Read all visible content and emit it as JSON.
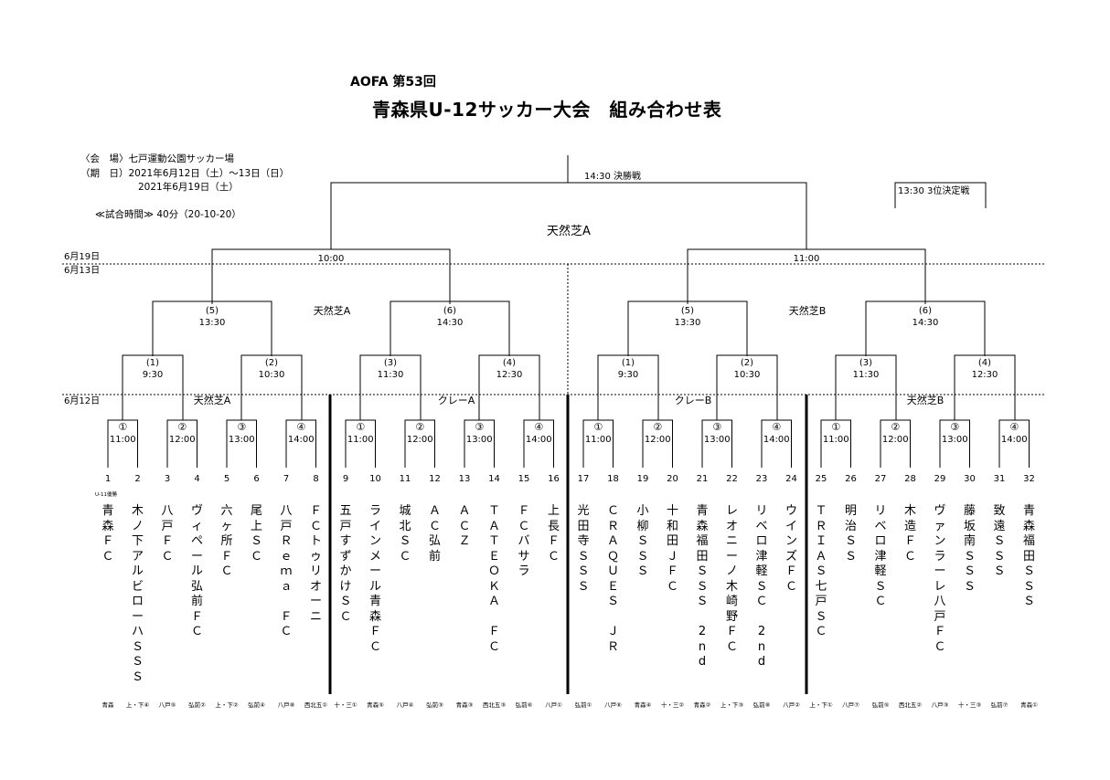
{
  "header": {
    "subtitle": "AOFA 第53回",
    "title": "青森県U-12サッカー大会　組み合わせ表",
    "venue": "〈会　場〉七戸運動公園サッカー場",
    "period_line1": "（期　日）2021年6月12日（土）～13日（日）",
    "period_line2": "2021年6月19日（土）",
    "match_time": "≪試合時間≫ 40分（20-10-20）"
  },
  "dates": {
    "jun19": "6月19日",
    "jun13": "6月13日",
    "jun12": "6月12日"
  },
  "final": {
    "label": "14:30  決勝戦",
    "venue": "天然芝A"
  },
  "third_place": {
    "label": "13:30 3位決定戦"
  },
  "semis": {
    "left_time": "10:00",
    "right_time": "11:00"
  },
  "venues": {
    "qf_left": "天然芝A",
    "qf_right": "天然芝B",
    "r1_a": "天然芝A",
    "r1_b": "クレーA",
    "r1_c": "クレーB",
    "r1_d": "天然芝B"
  },
  "quarterfinals": [
    {
      "num": "(5)",
      "time": "13:30"
    },
    {
      "num": "(6)",
      "time": "14:30"
    },
    {
      "num": "(5)",
      "time": "13:30"
    },
    {
      "num": "(6)",
      "time": "14:30"
    }
  ],
  "round2": [
    {
      "num": "(1)",
      "time": "9:30"
    },
    {
      "num": "(2)",
      "time": "10:30"
    },
    {
      "num": "(3)",
      "time": "11:30"
    },
    {
      "num": "(4)",
      "time": "12:30"
    },
    {
      "num": "(1)",
      "time": "9:30"
    },
    {
      "num": "(2)",
      "time": "10:30"
    },
    {
      "num": "(3)",
      "time": "11:30"
    },
    {
      "num": "(4)",
      "time": "12:30"
    }
  ],
  "round1": [
    {
      "num": "①",
      "time": "11:00"
    },
    {
      "num": "②",
      "time": "12:00"
    },
    {
      "num": "③",
      "time": "13:00"
    },
    {
      "num": "④",
      "time": "14:00"
    },
    {
      "num": "①",
      "time": "11:00"
    },
    {
      "num": "②",
      "time": "12:00"
    },
    {
      "num": "③",
      "time": "13:00"
    },
    {
      "num": "④",
      "time": "14:00"
    },
    {
      "num": "①",
      "time": "11:00"
    },
    {
      "num": "②",
      "time": "12:00"
    },
    {
      "num": "③",
      "time": "13:00"
    },
    {
      "num": "④",
      "time": "14:00"
    },
    {
      "num": "①",
      "time": "11:00"
    },
    {
      "num": "②",
      "time": "12:00"
    },
    {
      "num": "③",
      "time": "13:00"
    },
    {
      "num": "④",
      "time": "14:00"
    }
  ],
  "u11_note": "U-11優勝",
  "teams": [
    {
      "no": "1",
      "name": "青森ＦＣ",
      "seed": "青森"
    },
    {
      "no": "2",
      "name": "木ノ下アルビローハＳＳＳ",
      "seed": "上・下④"
    },
    {
      "no": "3",
      "name": "八戸ＦＣ",
      "seed": "八戸⑤"
    },
    {
      "no": "4",
      "name": "ヴィペール弘前ＦＣ",
      "seed": "弘前②"
    },
    {
      "no": "5",
      "name": "六ヶ所ＦＣ",
      "seed": "上・下②"
    },
    {
      "no": "6",
      "name": "尾上ＳＣ",
      "seed": "弘前④"
    },
    {
      "no": "7",
      "name": "八戸Ｒｅｍａ　ＦＣ",
      "seed": "八戸⑧"
    },
    {
      "no": "8",
      "name": "ＦＣトゥリオーニ",
      "seed": "西北五①"
    },
    {
      "no": "9",
      "name": "五戸すずかけＳＣ",
      "seed": "十・三①"
    },
    {
      "no": "10",
      "name": "ラインメール青森ＦＣ",
      "seed": "青森⑤"
    },
    {
      "no": "11",
      "name": "城北ＳＣ",
      "seed": "八戸④"
    },
    {
      "no": "12",
      "name": "ＡＣ弘前",
      "seed": "弘前③"
    },
    {
      "no": "13",
      "name": "ＡＣＺ",
      "seed": "青森③"
    },
    {
      "no": "14",
      "name": "ＴＡＴＥＯＫＡ　ＦＣ",
      "seed": "西北五③"
    },
    {
      "no": "15",
      "name": "ＦＣバサラ",
      "seed": "弘前⑥"
    },
    {
      "no": "16",
      "name": "上長ＦＣ",
      "seed": "八戸①"
    },
    {
      "no": "17",
      "name": "光田寺ＳＳＳ",
      "seed": "弘前①"
    },
    {
      "no": "18",
      "name": "ＣＲＡＱＵＥＳ　ＪＲ",
      "seed": "八戸⑥"
    },
    {
      "no": "19",
      "name": "小柳ＳＳＳ",
      "seed": "青森④"
    },
    {
      "no": "20",
      "name": "十和田ＪＦＣ",
      "seed": "十・三②"
    },
    {
      "no": "21",
      "name": "青森福田ＳＳＳ　2nd",
      "seed": "青森②"
    },
    {
      "no": "22",
      "name": "レオニーノ木崎野ＦＣ",
      "seed": "上・下③"
    },
    {
      "no": "23",
      "name": "リベロ津軽ＳＣ　2nd",
      "seed": "弘前⑧"
    },
    {
      "no": "24",
      "name": "ウインズＦＣ",
      "seed": "八戸②"
    },
    {
      "no": "25",
      "name": "ＴＲＩＡＳ七戸ＳＣ",
      "seed": "上・下①"
    },
    {
      "no": "26",
      "name": "明治ＳＳ",
      "seed": "八戸⑦"
    },
    {
      "no": "27",
      "name": "リベロ津軽ＳＣ",
      "seed": "弘前⑤"
    },
    {
      "no": "28",
      "name": "木造ＦＣ",
      "seed": "西北五②"
    },
    {
      "no": "29",
      "name": "ヴァンラーレ八戸ＦＣ",
      "seed": "八戸③"
    },
    {
      "no": "30",
      "name": "藤坂南ＳＳＳ",
      "seed": "十・三③"
    },
    {
      "no": "31",
      "name": "致遠ＳＳＳ",
      "seed": "弘前⑦"
    },
    {
      "no": "32",
      "name": "青森福田ＳＳＳ",
      "seed": "青森①"
    }
  ]
}
